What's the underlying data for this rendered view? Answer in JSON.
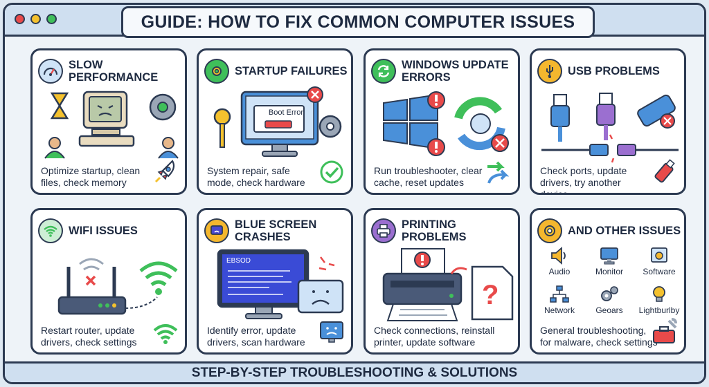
{
  "header": {
    "title": "GUIDE: HOW TO FIX COMMON COMPUTER ISSUES"
  },
  "cards": [
    {
      "title": "SLOW PERFORMANCE",
      "desc": "Optimize startup, clean files, check memory",
      "icon": "speedometer-icon",
      "accent": "#4a90d9"
    },
    {
      "title": "STARTUP FAILURES",
      "desc": "System repair, safe mode, check hardware",
      "icon": "gear-icon",
      "accent": "#3fbf5a",
      "screen_text": "Boot Error"
    },
    {
      "title": "WINDOWS UPDATE ERRORS",
      "desc": "Run troubleshooter, clear cache, reset updates",
      "icon": "refresh-icon",
      "accent": "#2fa36b"
    },
    {
      "title": "USB PROBLEMS",
      "desc": "Check ports, update drivers, try another device",
      "icon": "usb-icon",
      "accent": "#f4b72e"
    },
    {
      "title": "WIFI ISSUES",
      "desc": "Restart router, update drivers, check settings",
      "icon": "wifi-icon",
      "accent": "#3fbf5a"
    },
    {
      "title": "BLUE SCREEN CRASHES",
      "desc": "Identify error, update drivers, scan hardware",
      "icon": "bsod-icon",
      "accent": "#f4b72e",
      "screen_text": "EBSOD"
    },
    {
      "title": "PRINTING PROBLEMS",
      "desc": "Check connections, reinstall printer, update software",
      "icon": "printer-icon",
      "accent": "#9b6fd0"
    },
    {
      "title": "AND OTHER ISSUES",
      "desc": "General troubleshooting, for malware, check settings",
      "icon": "gear-icon",
      "accent": "#f4b72e"
    }
  ],
  "other_items": [
    "Audio",
    "Monitor",
    "Software",
    "Network",
    "Geoars",
    "Lightburlby"
  ],
  "footer": {
    "text": "STEP-BY-STEP TROUBLESHOOTING & SOLUTIONS"
  },
  "colors": {
    "outline": "#2c3a52",
    "blue": "#4a90d9",
    "green": "#3fbf5a",
    "red": "#e84a4a",
    "yellow": "#f4c12e",
    "purple": "#9b6fd0"
  }
}
